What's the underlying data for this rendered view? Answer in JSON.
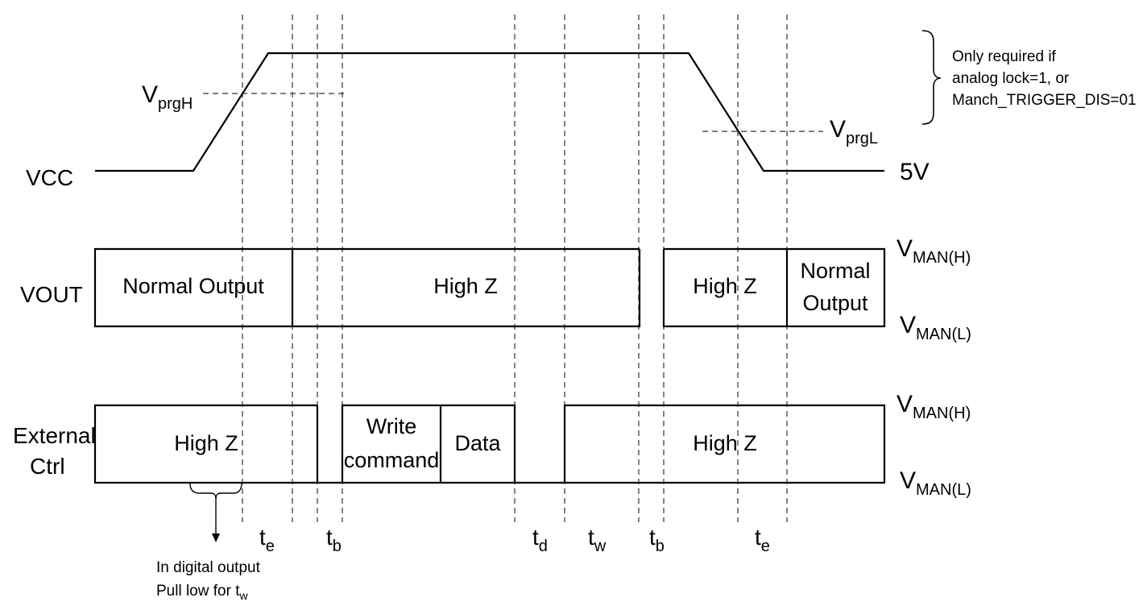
{
  "signals": {
    "vcc": "VCC",
    "vout": "VOUT",
    "ext_line1": "External",
    "ext_line2": "Ctrl"
  },
  "levels": {
    "prg_high_main": "V",
    "prg_high_sub": "prgH",
    "prg_low_main": "V",
    "prg_low_sub": "prgL",
    "five_volt": "5V",
    "man_main": "V",
    "man_high_sub": "MAN(H)",
    "man_low_sub": "MAN(L)"
  },
  "vout_segments": {
    "normal_output": "Normal Output",
    "high_z_1": "High Z",
    "high_z_2": "High Z",
    "normal_output_line1": "Normal",
    "normal_output_line2": "Output"
  },
  "ext_segments": {
    "high_z_1": "High Z",
    "write_line1": "Write",
    "write_line2": "command",
    "data": "Data",
    "high_z_2": "High Z"
  },
  "timing": {
    "t": "t",
    "e": "e",
    "b": "b",
    "d": "d",
    "w": "w"
  },
  "notes": {
    "brace_line1": "Only required if",
    "brace_line2": "analog lock=1, or",
    "brace_line3": "Manch_TRIGGER_DIS=01",
    "digital_line1": "In digital output",
    "digital_line2_prefix": "Pull low for t",
    "digital_line2_sub": "w"
  }
}
